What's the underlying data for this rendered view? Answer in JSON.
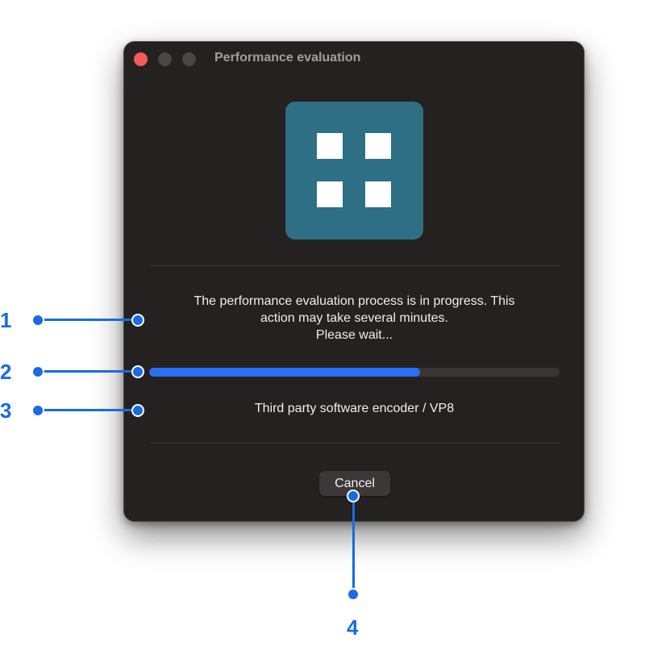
{
  "window": {
    "title": "Performance evaluation"
  },
  "app_icon": {
    "name": "grid-app-icon",
    "color": "#2f6f86"
  },
  "message": {
    "line1": "The performance evaluation process is in progress. This",
    "line2": "action may take several minutes.",
    "line3": "Please wait..."
  },
  "progress": {
    "percent": 66,
    "color": "#2a70f3"
  },
  "encoder_label": "Third party software encoder / VP8",
  "cancel_label": "Cancel",
  "callouts": {
    "c1": "1",
    "c2": "2",
    "c3": "3",
    "c4": "4",
    "color": "#1a6be0"
  }
}
